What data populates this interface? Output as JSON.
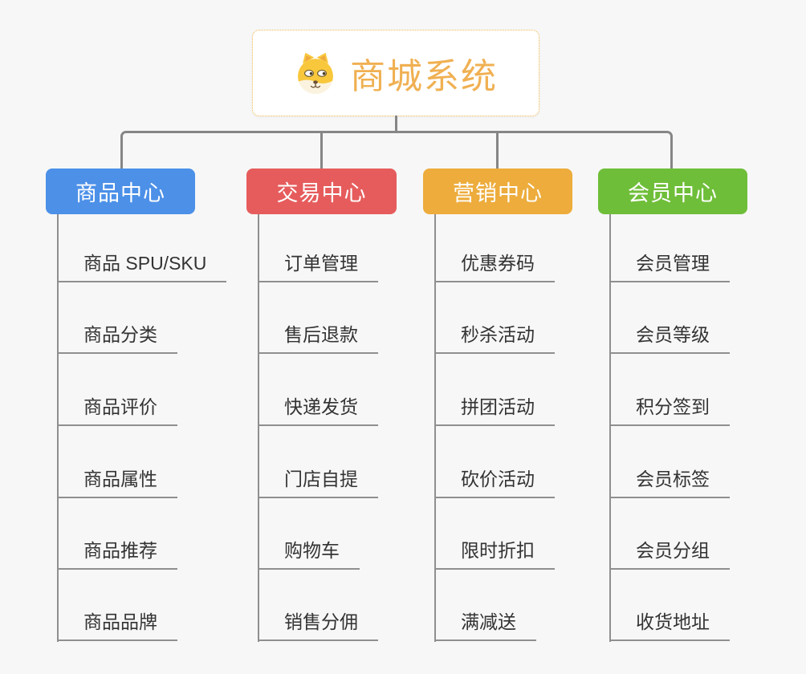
{
  "background": "#F7F7F7",
  "connector_color": "#868686",
  "root": {
    "title": "商城系统",
    "icon": "dog-face-icon",
    "accent_text_color": "#F0B052",
    "border_color": "#F2B94B"
  },
  "branches": [
    {
      "label": "商品中心",
      "color": "#4C90E8",
      "items": [
        "商品 SPU/SKU",
        "商品分类",
        "商品评价",
        "商品属性",
        "商品推荐",
        "商品品牌"
      ]
    },
    {
      "label": "交易中心",
      "color": "#E65C5C",
      "items": [
        "订单管理",
        "售后退款",
        "快递发货",
        "门店自提",
        "购物车",
        "销售分佣"
      ]
    },
    {
      "label": "营销中心",
      "color": "#EDAC3C",
      "items": [
        "优惠券码",
        "秒杀活动",
        "拼团活动",
        "砍价活动",
        "限时折扣",
        "满减送"
      ]
    },
    {
      "label": "会员中心",
      "color": "#6FBE39",
      "items": [
        "会员管理",
        "会员等级",
        "积分签到",
        "会员标签",
        "会员分组",
        "收货地址"
      ]
    }
  ]
}
